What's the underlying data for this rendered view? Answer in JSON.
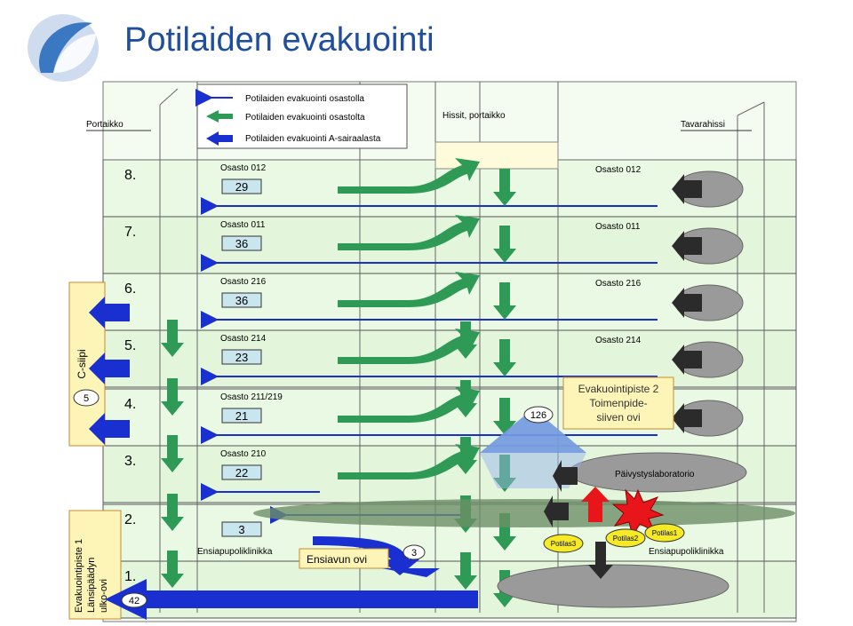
{
  "title": "Potilaiden evakuointi",
  "legend": [
    {
      "label": "Potilaiden evakuointi osastolla",
      "arrow": "thin-blue"
    },
    {
      "label": "Potilaiden evakuointi osastolta",
      "arrow": "green"
    },
    {
      "label": "Potilaiden evakuointi A-sairaalasta",
      "arrow": "thick-blue"
    }
  ],
  "top_labels": {
    "left": "Portaikko",
    "center": "Hissit, portaikko",
    "right": "Tavarahissi"
  },
  "floors": [
    {
      "floor": "8.",
      "ward": "Osasto 012",
      "count": "29",
      "right_ward": "Osasto 012"
    },
    {
      "floor": "7.",
      "ward": "Osasto 011",
      "count": "36",
      "right_ward": "Osasto 011"
    },
    {
      "floor": "6.",
      "ward": "Osasto 216",
      "count": "36",
      "right_ward": "Osasto 216"
    },
    {
      "floor": "5.",
      "ward": "Osasto 214",
      "count": "23",
      "right_ward": "Osasto 214"
    },
    {
      "floor": "4.",
      "ward": "Osasto 211/219",
      "count": "21",
      "right_ward": ""
    },
    {
      "floor": "3.",
      "ward": "Osasto 210",
      "count": "22",
      "right_ward": ""
    },
    {
      "floor": "2.",
      "ward": "",
      "count": "3",
      "right_ward": ""
    },
    {
      "floor": "1.",
      "ward": "Ensiapupoliklinikka",
      "count": "",
      "right_ward": "Ensiapupoliklinikka"
    }
  ],
  "c_wing": {
    "label": "C-siipi",
    "count": "5"
  },
  "evac_point_1": {
    "line1": "Evakuointipiste 1",
    "line2": "Länsipäädyn",
    "line3": "ulko-ovi",
    "count": "42"
  },
  "evac_point_2": {
    "line1": "Evakuointipiste 2",
    "line2": "Toimenpide-",
    "line3": "siiven ovi",
    "count": "126"
  },
  "lab_label": "Päivystyslaboratorio",
  "ensiavun_ovi": {
    "label": "Ensiavun ovi",
    "count": "3"
  },
  "patients": [
    "Potilas3",
    "Potilas2",
    "Potilas1"
  ],
  "colors": {
    "title": "#1f4e9c",
    "floor_fill": "#e6f7df",
    "green_arrow": "#2e9a55",
    "blue_arrow": "#1a2fd0",
    "evac_box": "#fdf5b8",
    "label_box": "#c9e6ef"
  }
}
